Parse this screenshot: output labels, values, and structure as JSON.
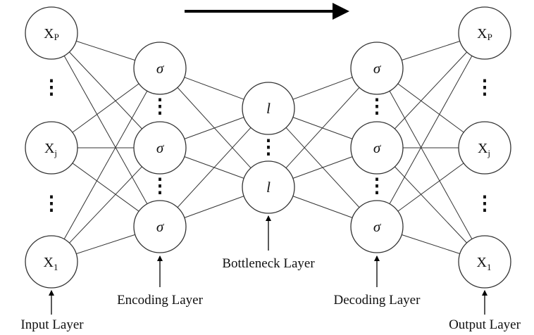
{
  "layers": {
    "input": {
      "label": "Input Layer",
      "nodes": [
        {
          "main": "X",
          "sub": "P"
        },
        {
          "main": "X",
          "sub": "j"
        },
        {
          "main": "X",
          "sub": "1"
        }
      ]
    },
    "encoding": {
      "label": "Encoding Layer",
      "symbol": "σ"
    },
    "bottleneck": {
      "label": "Bottleneck Layer",
      "symbol": "l"
    },
    "decoding": {
      "label": "Decoding Layer",
      "symbol": "σ"
    },
    "output": {
      "label": "Output Layer",
      "nodes": [
        {
          "main": "X",
          "sub": "P"
        },
        {
          "main": "X",
          "sub": "j"
        },
        {
          "main": "X",
          "sub": "1"
        }
      ]
    }
  },
  "ellipsis": "⋮",
  "colors": {
    "stroke": "#333333",
    "arrow": "#000000"
  }
}
